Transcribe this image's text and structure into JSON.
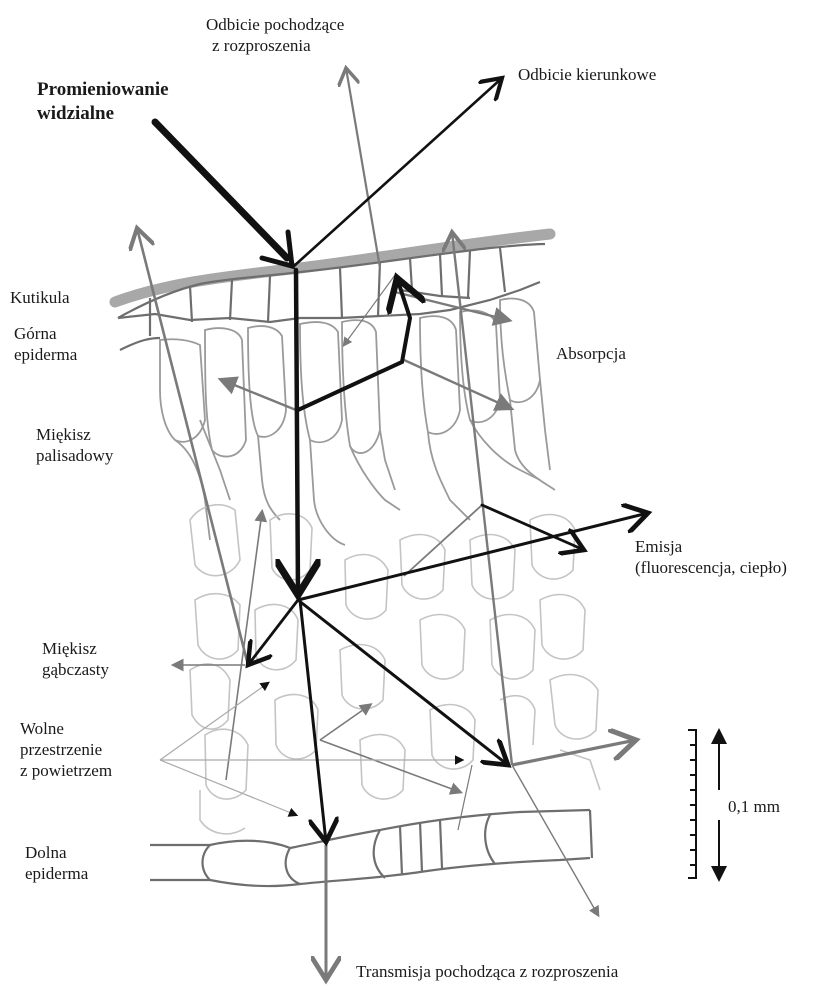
{
  "labels": {
    "incoming_light": [
      "Promieniowanie",
      "widzialne"
    ],
    "diffuse_reflection": [
      "Odbicie pochodzące",
      "z rozproszenia"
    ],
    "specular_reflection": "Odbicie kierunkowe",
    "cuticle": "Kutikula",
    "upper_epidermis": [
      "Górna",
      "epiderma"
    ],
    "absorption": "Absorpcja",
    "palisade_mesophyll": [
      "Miękisz",
      "palisadowy"
    ],
    "emission": [
      "Emisja",
      "(fluorescencja, ciepło)"
    ],
    "spongy_mesophyll": [
      "Miękisz",
      "gąbczasty"
    ],
    "air_spaces": [
      "Wolne",
      "przestrzenie",
      "z powietrzem"
    ],
    "scale": "0,1 mm",
    "lower_epidermis": [
      "Dolna",
      "epiderma"
    ],
    "diffuse_transmission": "Transmisja pochodząca z rozproszenia"
  },
  "colors": {
    "main_path": "#111111",
    "scatter_path": "#7a7a7a",
    "cuticle": "#a8a8a8",
    "cells_upper": "#8c8c8c",
    "cells_lower": "#c4c4c4"
  }
}
